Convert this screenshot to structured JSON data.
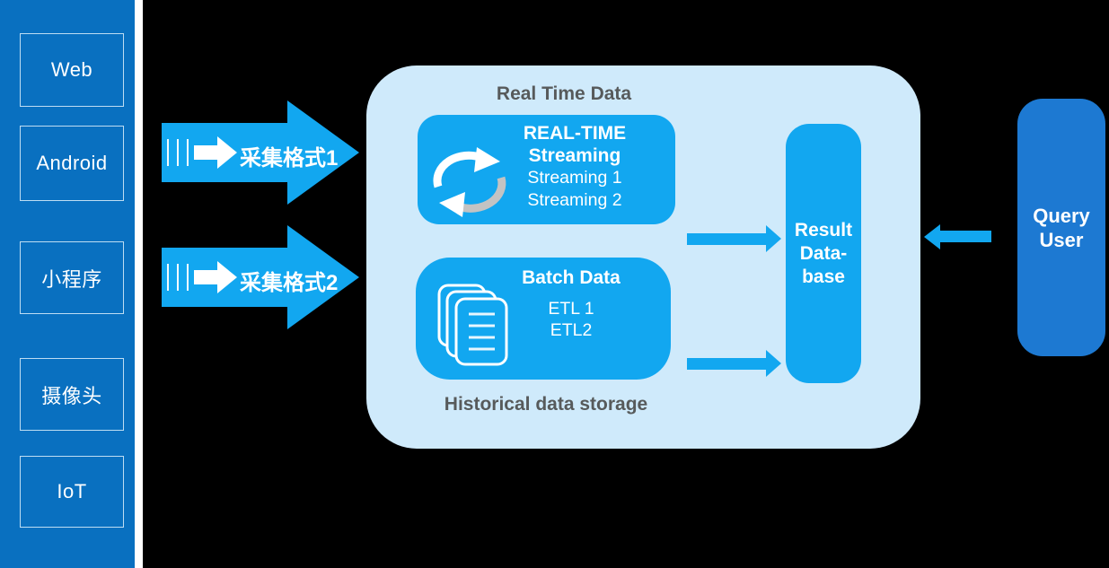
{
  "sources": {
    "items": [
      "Web",
      "Android",
      "小程序",
      "摄像头",
      "IoT"
    ]
  },
  "ingest_arrows": [
    {
      "label": "采集格式1"
    },
    {
      "label": "采集格式2"
    }
  ],
  "realtime": {
    "title": "Real Time Data",
    "streaming": {
      "heading1": "REAL-TIME",
      "heading2": "Streaming",
      "items": [
        "Streaming 1",
        "Streaming 2"
      ]
    },
    "batch": {
      "heading": "Batch Data",
      "items": [
        "ETL 1",
        "ETL2"
      ]
    },
    "footer": "Historical data storage"
  },
  "result_db": {
    "lines": [
      "Result",
      "Data-",
      "base"
    ]
  },
  "query_user": {
    "lines": [
      "Query",
      "User"
    ]
  },
  "icons": {
    "streaming_icon": "sync-arrows-icon",
    "batch_icon": "document-stack-icon"
  },
  "colors": {
    "accent_cyan": "#12a7f0",
    "sidebar_blue": "#0970c0",
    "query_blue": "#1d79d2",
    "container_light": "#cfeafb",
    "label_gray": "#575a5b"
  }
}
